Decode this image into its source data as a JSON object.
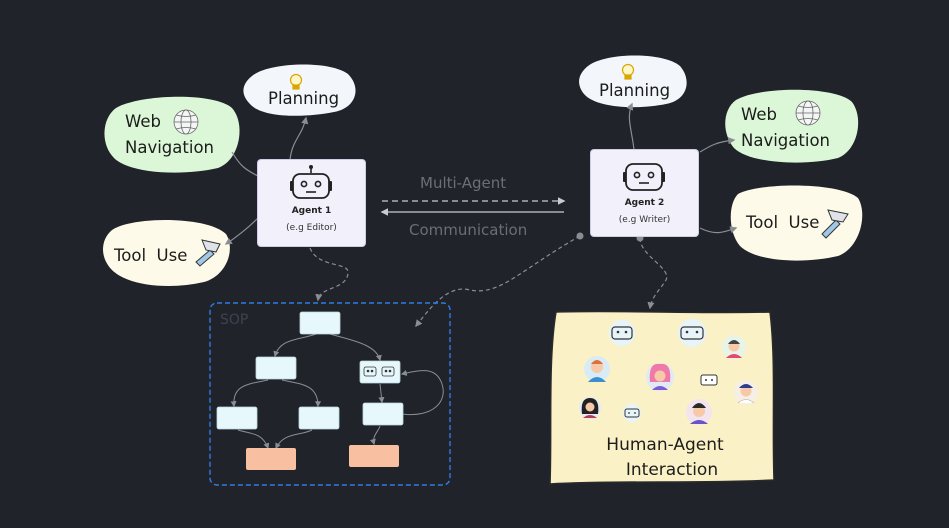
{
  "agents": [
    {
      "title": "Agent 1",
      "subtitle": "(e.g Editor)"
    },
    {
      "title": "Agent 2",
      "subtitle": "(e.g Writer)"
    }
  ],
  "left": {
    "planning": "Planning",
    "web_line1": "Web",
    "web_line2": "Navigation",
    "tool": "Tool  Use"
  },
  "right": {
    "planning": "Planning",
    "web_line1": "Web",
    "web_line2": "Navigation",
    "tool": "Tool  Use"
  },
  "communication": {
    "line1": "Multi-Agent",
    "line2": "Communication"
  },
  "sop": {
    "label": "SOP"
  },
  "hai": {
    "line1": "Human-Agent",
    "line2": "Interaction"
  },
  "colors": {
    "background": "#20232a",
    "planning_bubble": "#f3f6fb",
    "web_bubble": "#dcf7d8",
    "tool_bubble": "#fdfae9",
    "sop_node": "#e6f8fc",
    "sop_leaf": "#f8bfa0",
    "sop_border": "#2f7de1",
    "hai_panel": "#fbf1c6"
  },
  "icons": [
    "bulb-icon",
    "globe-icon",
    "hammer-icon",
    "robot-icon",
    "user-avatar-icon"
  ]
}
